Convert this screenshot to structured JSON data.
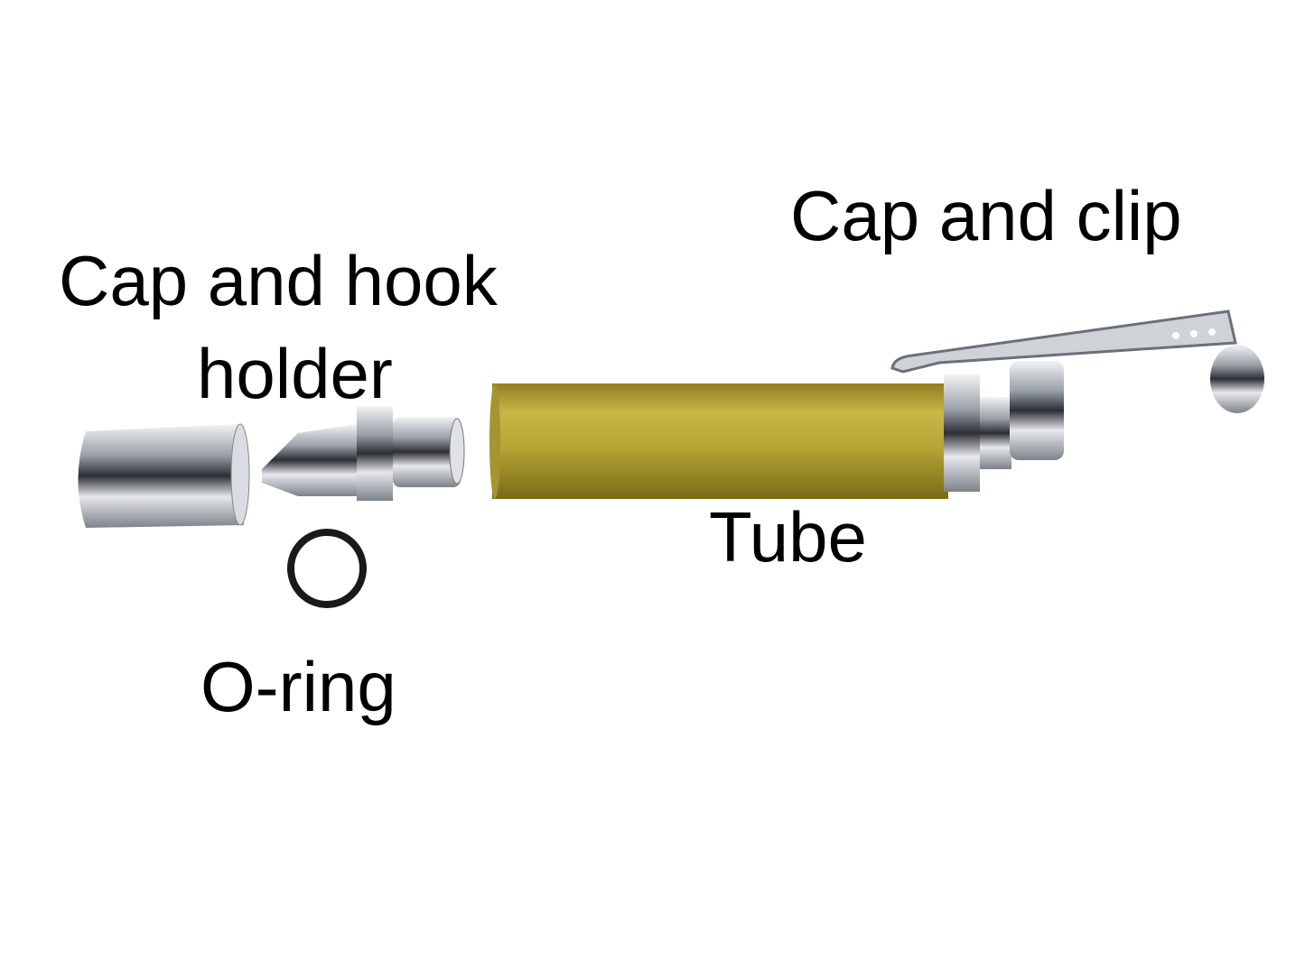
{
  "labels": {
    "cap_and_clip": "Cap and clip",
    "cap_and_hook_line1": "Cap and hook",
    "cap_and_hook_line2": "holder",
    "tube": "Tube",
    "o_ring": "O-ring"
  },
  "colors": {
    "tube": "#b5a534",
    "chrome": "#c9ccd2",
    "o_ring": "#1a1a1a"
  }
}
